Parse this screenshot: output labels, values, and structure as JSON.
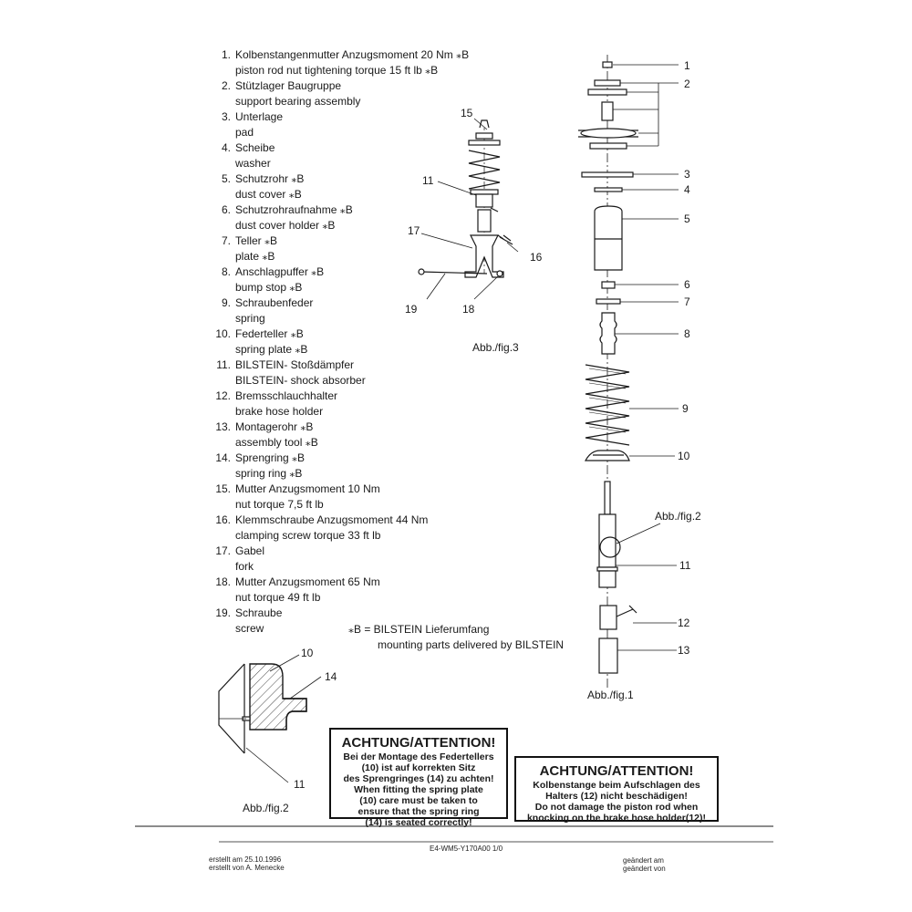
{
  "parts": [
    {
      "num": "1.",
      "de": "Kolbenstangenmutter Anzugsmoment 20 Nm   ⁎B",
      "en": "piston rod nut tightening torque 15 ft lb   ⁎B"
    },
    {
      "num": "2.",
      "de": "Stützlager Baugruppe",
      "en": "support bearing assembly"
    },
    {
      "num": "3.",
      "de": "Unterlage",
      "en": "pad"
    },
    {
      "num": "4.",
      "de": "Scheibe",
      "en": "washer"
    },
    {
      "num": "5.",
      "de": "Schutzrohr  ⁎B",
      "en": "dust cover  ⁎B"
    },
    {
      "num": "6.",
      "de": "Schutzrohraufnahme  ⁎B",
      "en": "dust cover holder  ⁎B"
    },
    {
      "num": "7.",
      "de": "Teller  ⁎B",
      "en": "plate  ⁎B"
    },
    {
      "num": "8.",
      "de": "Anschlagpuffer  ⁎B",
      "en": "bump stop  ⁎B"
    },
    {
      "num": "9.",
      "de": "Schraubenfeder",
      "en": "spring"
    },
    {
      "num": "10.",
      "de": "Federteller  ⁎B",
      "en": "spring plate  ⁎B"
    },
    {
      "num": "11.",
      "de": "BILSTEIN- Stoßdämpfer",
      "en": "BILSTEIN- shock absorber"
    },
    {
      "num": "12.",
      "de": "Bremsschlauchhalter",
      "en": "brake hose holder"
    },
    {
      "num": "13.",
      "de": "Montagerohr  ⁎B",
      "en": "assembly tool  ⁎B"
    },
    {
      "num": "14.",
      "de": "Sprengring  ⁎B",
      "en": "spring ring  ⁎B"
    },
    {
      "num": "15.",
      "de": "Mutter Anzugsmoment 10 Nm",
      "en": "nut torque 7,5 ft lb"
    },
    {
      "num": "16.",
      "de": "Klemmschraube Anzugsmoment 44 Nm",
      "en": "clamping screw torque 33 ft lb"
    },
    {
      "num": "17.",
      "de": "Gabel",
      "en": "fork"
    },
    {
      "num": "18.",
      "de": "Mutter Anzugsmoment 65 Nm",
      "en": "nut torque 49 ft lb"
    },
    {
      "num": "19.",
      "de": "Schraube",
      "en": "screw"
    }
  ],
  "legend": {
    "line1": "⁎B = BILSTEIN Lieferumfang",
    "line2": "mounting parts delivered by BILSTEIN"
  },
  "figures": {
    "fig1": {
      "caption": "Abb./fig.1",
      "labels": [
        "1",
        "2",
        "3",
        "4",
        "5",
        "6",
        "7",
        "8",
        "9",
        "10",
        "11",
        "12",
        "13"
      ],
      "detail_ref": "Abb./fig.2"
    },
    "fig2": {
      "caption": "Abb./fig.2",
      "labels": [
        "10",
        "14",
        "11"
      ]
    },
    "fig3": {
      "caption": "Abb./fig.3",
      "labels": [
        "15",
        "11",
        "17",
        "16",
        "19",
        "18"
      ]
    }
  },
  "warnings": [
    {
      "title": "ACHTUNG/ATTENTION!",
      "lines": [
        "Bei der Montage des Federtellers",
        "(10) ist auf korrekten Sitz",
        "des Sprengringes (14) zu achten!",
        "When fitting the spring plate",
        "(10) care must be taken to",
        "ensure that the spring ring",
        "(14) is seated correctly!"
      ]
    },
    {
      "title": "ACHTUNG/ATTENTION!",
      "lines": [
        "Kolbenstange beim Aufschlagen des",
        "Halters (12) nicht beschädigen!",
        "Do not damage the piston rod when",
        "knocking on the brake hose holder(12)!"
      ]
    }
  ],
  "footer": {
    "doc_number": "E4-WM5-Y170A00  1/0",
    "created_on": "erstellt am  25.10.1996",
    "created_by": "erstellt von  A. Menecke",
    "changed_on": "geändert am",
    "changed_by": "geändert von"
  }
}
